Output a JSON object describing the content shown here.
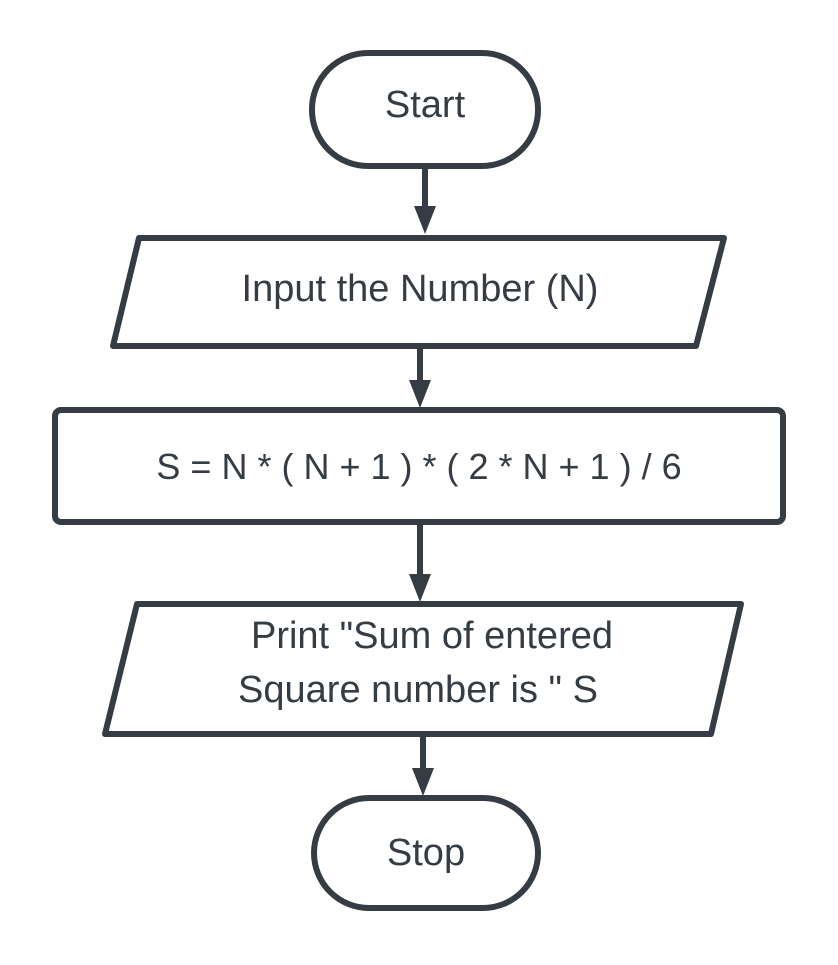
{
  "diagram": {
    "type": "flowchart",
    "colors": {
      "stroke": "#363c44",
      "text": "#363c44",
      "fill": "#ffffff",
      "background": "#ffffff"
    },
    "nodes": [
      {
        "id": "start",
        "shape": "terminator",
        "lines": [
          "Start"
        ]
      },
      {
        "id": "input",
        "shape": "input-output",
        "lines": [
          "Input the Number (N)"
        ]
      },
      {
        "id": "process",
        "shape": "process",
        "lines": [
          "S = N * ( N + 1 ) * ( 2 * N + 1 ) / 6"
        ]
      },
      {
        "id": "print",
        "shape": "input-output",
        "lines": [
          "Print \"Sum of entered",
          "Square number is \" S"
        ]
      },
      {
        "id": "stop",
        "shape": "terminator",
        "lines": [
          "Stop"
        ]
      }
    ],
    "edges": [
      {
        "from": "start",
        "to": "input"
      },
      {
        "from": "input",
        "to": "process"
      },
      {
        "from": "process",
        "to": "print"
      },
      {
        "from": "print",
        "to": "stop"
      }
    ]
  }
}
